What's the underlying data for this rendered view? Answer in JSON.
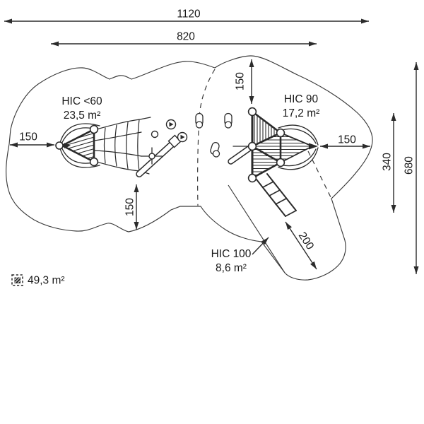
{
  "drawing": {
    "dimensions": {
      "total_width": "1120",
      "inner_width": "820",
      "left_clearance": "150",
      "right_clearance": "150",
      "top_clearance": "150",
      "bottom_clearance": "150",
      "inner_height": "340",
      "total_height": "680",
      "slide_zone_length": "200"
    },
    "zones": [
      {
        "id": "hic60",
        "label": "HIC <60",
        "area": "23,5 m²"
      },
      {
        "id": "hic90",
        "label": "HIC 90",
        "area": "17,2 m²"
      },
      {
        "id": "hic100",
        "label": "HIC 100",
        "area": "8,6 m²"
      }
    ],
    "legend": {
      "total_area": "49,3 m²"
    },
    "colors": {
      "line": "#2b2b2b",
      "structure": "#2a2a2a",
      "text": "#1a1a1a",
      "background": "#ffffff"
    }
  }
}
